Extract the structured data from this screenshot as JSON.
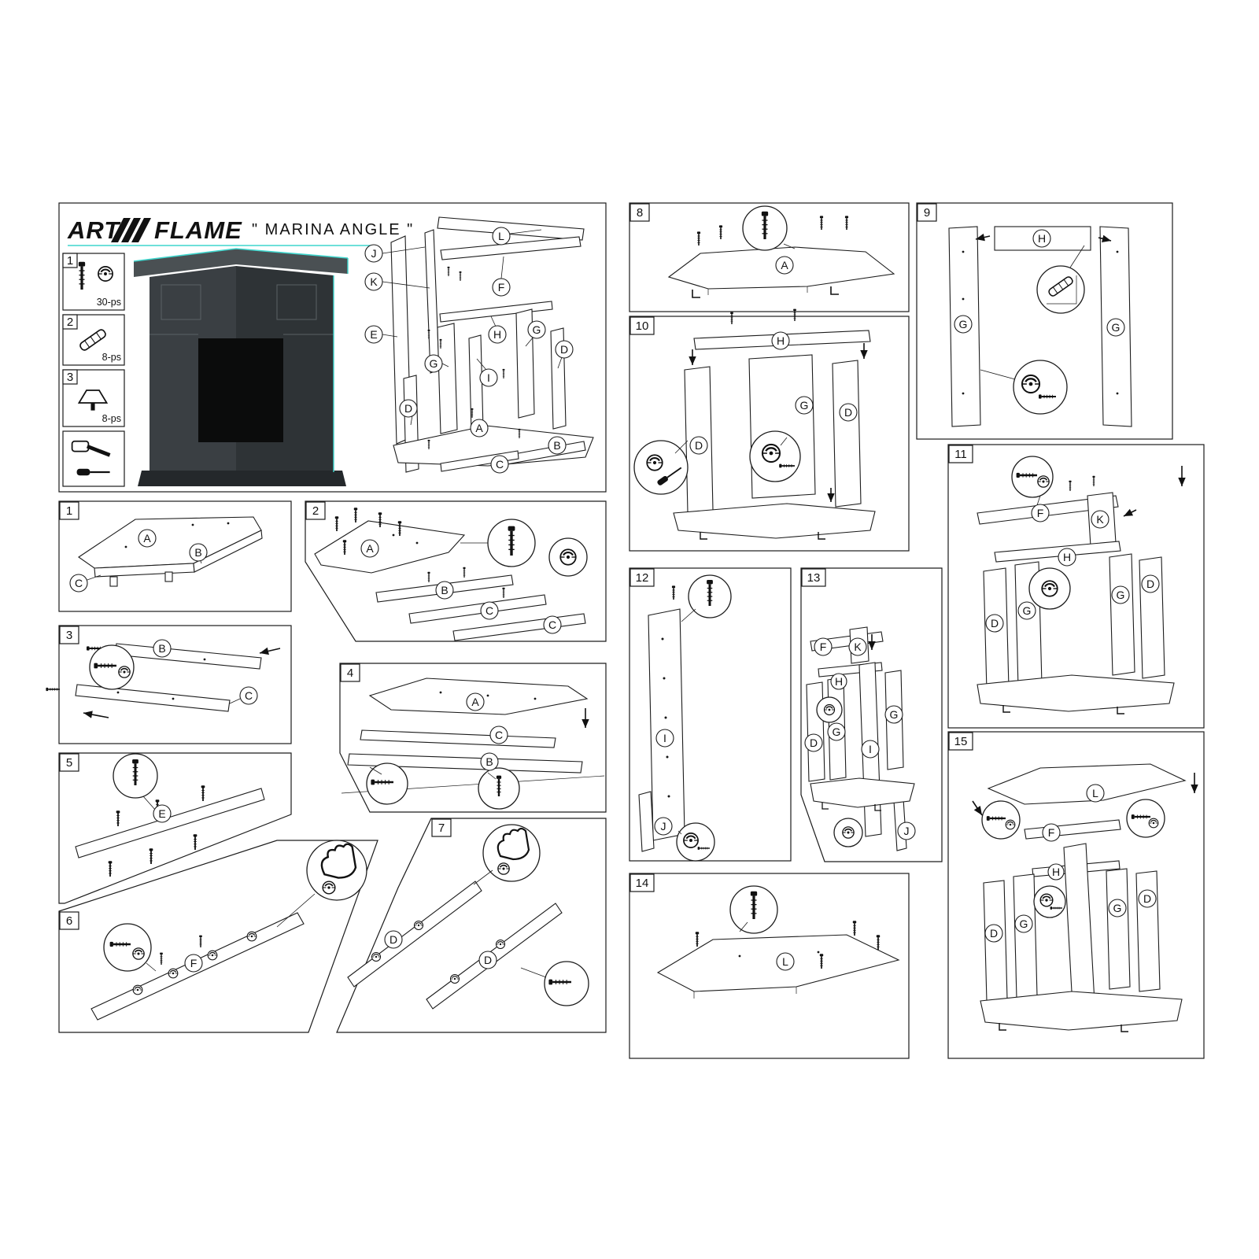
{
  "header": {
    "brand_art": "ART",
    "brand_flame": "FLAME",
    "product_title": "\" MARINA ANGLE \"",
    "hardware": [
      {
        "num": "1",
        "qty": "30-ps",
        "name": "cam-bolt-and-cam-lock"
      },
      {
        "num": "2",
        "qty": "8-ps",
        "name": "wooden-dowel"
      },
      {
        "num": "3",
        "qty": "8-ps",
        "name": "plastic-wedge-glide"
      },
      {
        "num": "",
        "qty": "",
        "name": "hammer-and-screwdriver-tools"
      }
    ],
    "exploded_labels": [
      "L",
      "J",
      "K",
      "F",
      "E",
      "H",
      "G",
      "D",
      "G",
      "I",
      "D",
      "A",
      "B",
      "C"
    ]
  },
  "colors": {
    "accent": "#3fd6cd",
    "line": "#1c1c1c",
    "render_top": "#4a5053",
    "render_left": "#3a3f43",
    "render_right": "#2e3336",
    "render_base": "#24282b",
    "render_opening": "#0b0c0c"
  },
  "steps": [
    {
      "num": "1",
      "labels": [
        "A",
        "B",
        "C"
      ]
    },
    {
      "num": "2",
      "labels": [
        "A",
        "B",
        "C",
        "C"
      ]
    },
    {
      "num": "3",
      "labels": [
        "B",
        "C"
      ]
    },
    {
      "num": "4",
      "labels": [
        "A",
        "C",
        "B"
      ]
    },
    {
      "num": "5",
      "labels": [
        "E"
      ]
    },
    {
      "num": "6",
      "labels": [
        "F"
      ]
    },
    {
      "num": "7",
      "labels": [
        "D",
        "D"
      ]
    },
    {
      "num": "8",
      "labels": [
        "A"
      ]
    },
    {
      "num": "9",
      "labels": [
        "G",
        "H",
        "G"
      ]
    },
    {
      "num": "10",
      "labels": [
        "H",
        "G",
        "D",
        "D"
      ]
    },
    {
      "num": "11",
      "labels": [
        "F",
        "K",
        "H",
        "D",
        "G",
        "G",
        "D"
      ]
    },
    {
      "num": "12",
      "labels": [
        "I",
        "J"
      ]
    },
    {
      "num": "13",
      "labels": [
        "F",
        "K",
        "H",
        "D",
        "G",
        "G",
        "I",
        "J"
      ]
    },
    {
      "num": "14",
      "labels": [
        "L"
      ]
    },
    {
      "num": "15",
      "labels": [
        "L",
        "F",
        "H",
        "G",
        "D",
        "D",
        "G"
      ]
    }
  ]
}
